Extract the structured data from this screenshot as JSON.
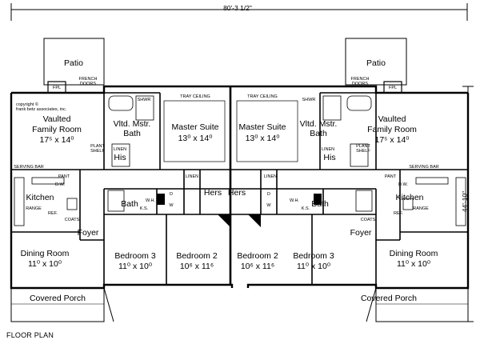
{
  "overall_width": "80'-3 1/2\"",
  "overall_depth": "44'-10\"",
  "caption": "FLOOR PLAN",
  "copyright": [
    "copyright ©",
    "frank betz associates, inc."
  ],
  "units": {
    "left": {
      "patio": "Patio",
      "family_room": {
        "name": [
          "Vaulted",
          "Family Room"
        ],
        "size": "17⁵ x 14⁰"
      },
      "master_suite": {
        "name": "Master Suite",
        "size": "13⁰ x 14⁰"
      },
      "master_bath": {
        "name": [
          "Vltd. Mstr.",
          "Bath"
        ]
      },
      "his": "His",
      "hers": "Hers",
      "kitchen": "Kitchen",
      "dining": {
        "name": "Dining Room",
        "size": "11⁰ x 10⁰"
      },
      "foyer": "Foyer",
      "bath": "Bath",
      "bedroom3": {
        "name": "Bedroom 3",
        "size": "11⁰ x 10⁰"
      },
      "bedroom2": {
        "name": "Bedroom 2",
        "size": "10⁶ x 11⁶"
      },
      "covered_porch": "Covered Porch"
    },
    "right": {
      "patio": "Patio",
      "family_room": {
        "name": [
          "Vaulted",
          "Family Room"
        ],
        "size": "17⁵ x 14⁰"
      },
      "master_suite": {
        "name": "Master Suite",
        "size": "13⁰ x 14⁰"
      },
      "master_bath": {
        "name": [
          "Vltd. Mstr.",
          "Bath"
        ]
      },
      "his": "His",
      "hers": "Hers",
      "kitchen": "Kitchen",
      "dining": {
        "name": "Dining Room",
        "size": "11⁰ x 10⁰"
      },
      "foyer": "Foyer",
      "bath": "Bath",
      "bedroom3": {
        "name": "Bedroom 3",
        "size": "11⁰ x 10⁰"
      },
      "bedroom2": {
        "name": "Bedroom 2",
        "size": "10⁶ x 11⁶"
      },
      "covered_porch": "Covered Porch"
    }
  },
  "small_labels": {
    "french_doors": [
      "FRENCH",
      "DOORS"
    ],
    "fpl": "FPL",
    "shwr": "SHWR",
    "tray_ceiling": "TRAY CEILING",
    "linen": "LINEN",
    "plant_shelf": [
      "PLANT",
      "SHELF"
    ],
    "serving_bar": "SERVING BAR",
    "pant": "PANT",
    "dw": "D.W.",
    "range": "RANGE",
    "ref": "REF.",
    "coats": "COATS",
    "wh": "W.H.",
    "ks": "K.S.",
    "d": "D",
    "w": "W"
  }
}
